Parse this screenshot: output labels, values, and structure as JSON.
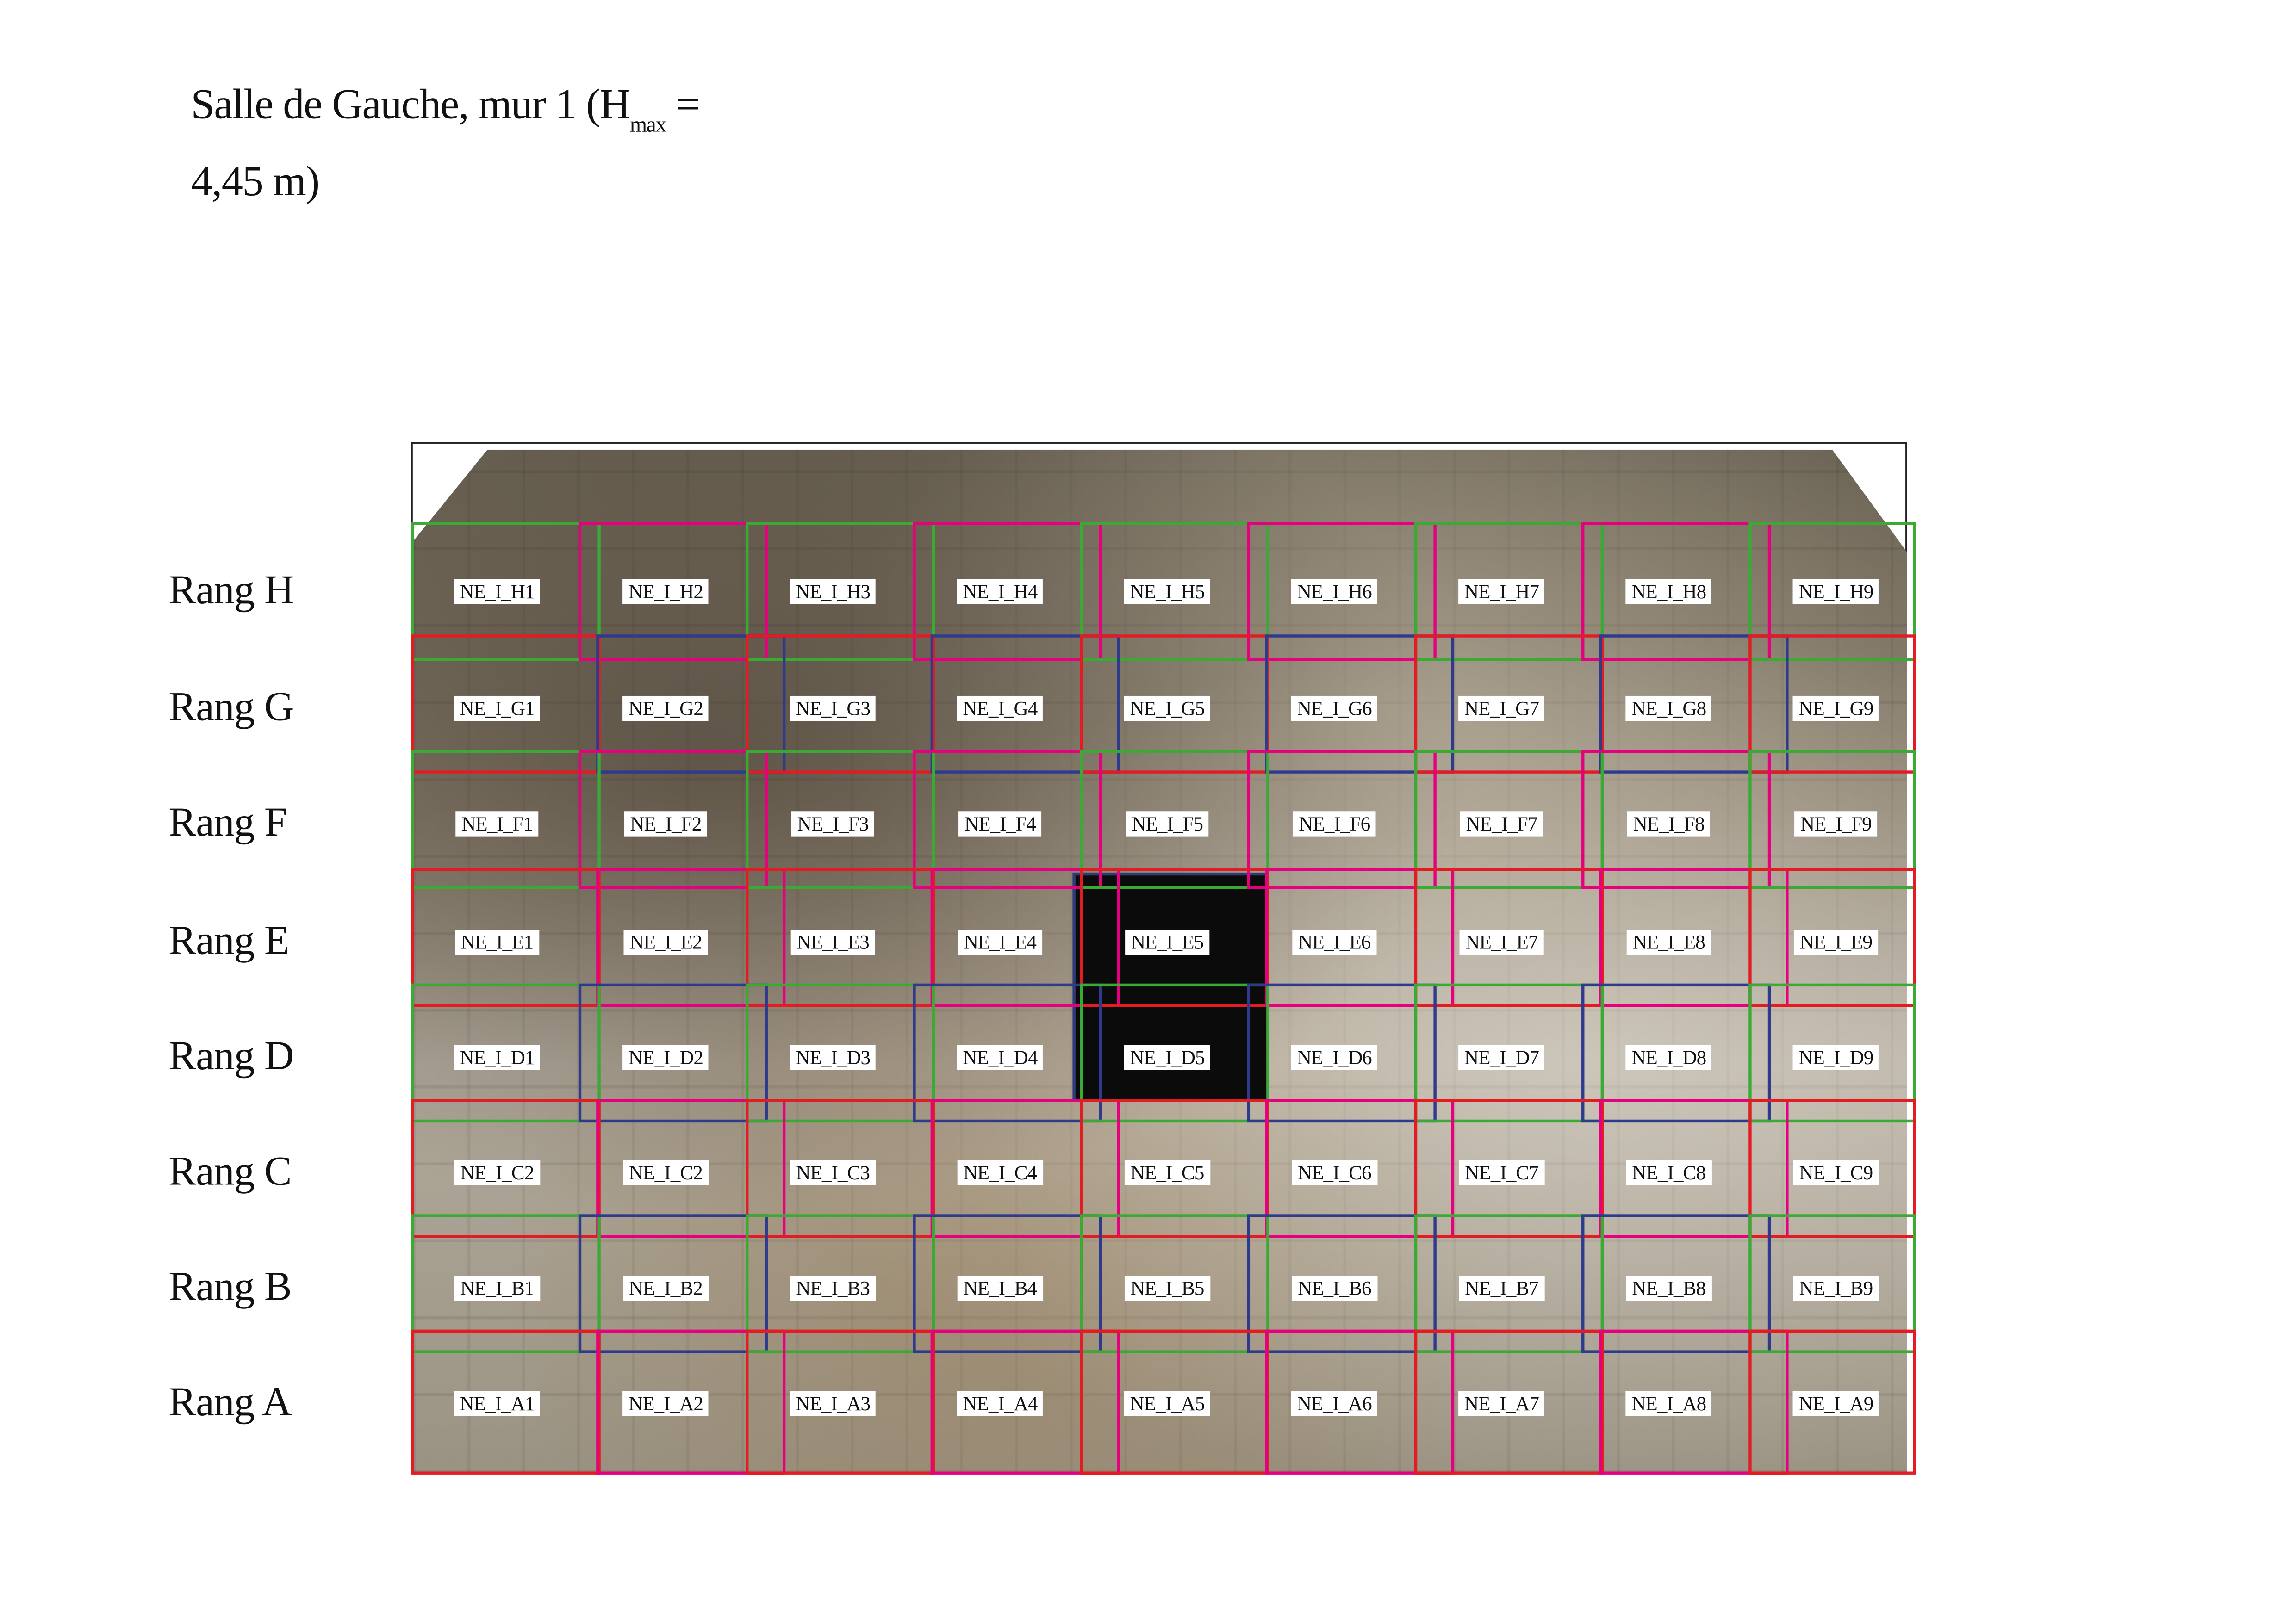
{
  "title": {
    "line1_pre": "Salle de Gauche, mur 1 (H",
    "sub": "max",
    "line1_post": " =",
    "line2": "4,45 m)"
  },
  "colors": {
    "red": "#e31b23",
    "green": "#3aaa35",
    "pink": "#e6007e",
    "blue": "#2e3a8c"
  },
  "rows": [
    {
      "label": "Rang H",
      "cells": [
        "NE_I_H1",
        "NE_I_H2",
        "NE_I_H3",
        "NE_I_H4",
        "NE_I_H5",
        "NE_I_H6",
        "NE_I_H7",
        "NE_I_H8",
        "NE_I_H9"
      ]
    },
    {
      "label": "Rang G",
      "cells": [
        "NE_I_G1",
        "NE_I_G2",
        "NE_I_G3",
        "NE_I_G4",
        "NE_I_G5",
        "NE_I_G6",
        "NE_I_G7",
        "NE_I_G8",
        "NE_I_G9"
      ]
    },
    {
      "label": "Rang F",
      "cells": [
        "NE_I_F1",
        "NE_I_F2",
        "NE_I_F3",
        "NE_I_F4",
        "NE_I_F5",
        "NE_I_F6",
        "NE_I_F7",
        "NE_I_F8",
        "NE_I_F9"
      ]
    },
    {
      "label": "Rang E",
      "cells": [
        "NE_I_E1",
        "NE_I_E2",
        "NE_I_E3",
        "NE_I_E4",
        "NE_I_E5",
        "NE_I_E6",
        "NE_I_E7",
        "NE_I_E8",
        "NE_I_E9"
      ]
    },
    {
      "label": "Rang D",
      "cells": [
        "NE_I_D1",
        "NE_I_D2",
        "NE_I_D3",
        "NE_I_D4",
        "NE_I_D5",
        "NE_I_D6",
        "NE_I_D7",
        "NE_I_D8",
        "NE_I_D9"
      ]
    },
    {
      "label": "Rang C",
      "cells": [
        "NE_I_C2",
        "NE_I_C2",
        "NE_I_C3",
        "NE_I_C4",
        "NE_I_C5",
        "NE_I_C6",
        "NE_I_C7",
        "NE_I_C8",
        "NE_I_C9"
      ]
    },
    {
      "label": "Rang B",
      "cells": [
        "NE_I_B1",
        "NE_I_B2",
        "NE_I_B3",
        "NE_I_B4",
        "NE_I_B5",
        "NE_I_B6",
        "NE_I_B7",
        "NE_I_B8",
        "NE_I_B9"
      ]
    },
    {
      "label": "Rang A",
      "cells": [
        "NE_I_A1",
        "NE_I_A2",
        "NE_I_A3",
        "NE_I_A4",
        "NE_I_A5",
        "NE_I_A6",
        "NE_I_A7",
        "NE_I_A8",
        "NE_I_A9"
      ]
    }
  ]
}
